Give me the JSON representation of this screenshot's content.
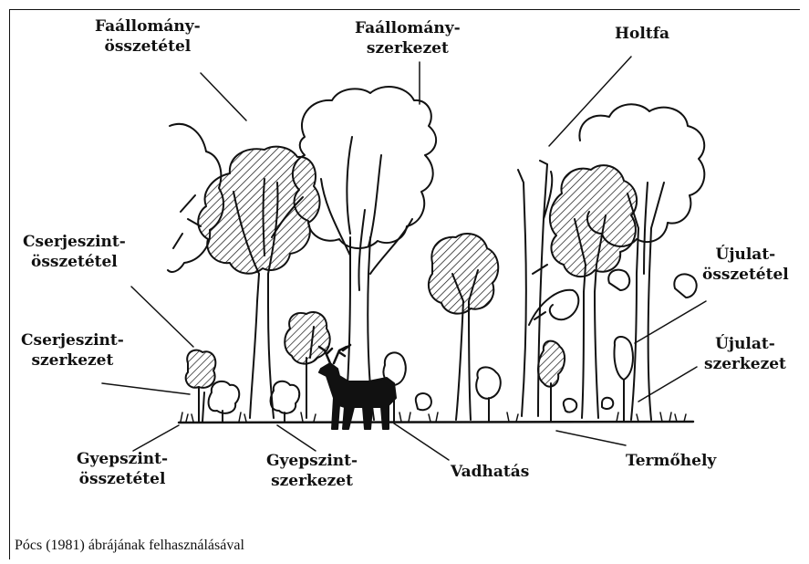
{
  "labels": {
    "faallomany_osszetetel": [
      "Faállomány-",
      "összetétel"
    ],
    "faallomany_szerkezet": [
      "Faállomány-",
      "szerkezet"
    ],
    "holtfa": [
      "Holtfa"
    ],
    "cserjeszint_osszetetel": [
      "Cserjeszint-",
      "összetétel"
    ],
    "cserjeszint_szerkezet": [
      "Cserjeszint-",
      "szerkezet"
    ],
    "ujulat_osszetetel": [
      "Újulat-",
      "összetétel"
    ],
    "ujulat_szerkezet": [
      "Újulat-",
      "szerkezet"
    ],
    "gyepszint_osszetetel": [
      "Gyepszint-",
      "összetétel"
    ],
    "gyepszint_szerkezet": [
      "Gyepszint-",
      "szerkezet"
    ],
    "vadhatas": [
      "Vadhatás"
    ],
    "termohely": [
      "Termőhely"
    ]
  },
  "caption": "Pócs (1981) ábrájának felhasználásával",
  "colors": {
    "ink": "#111111",
    "background": "#ffffff"
  }
}
